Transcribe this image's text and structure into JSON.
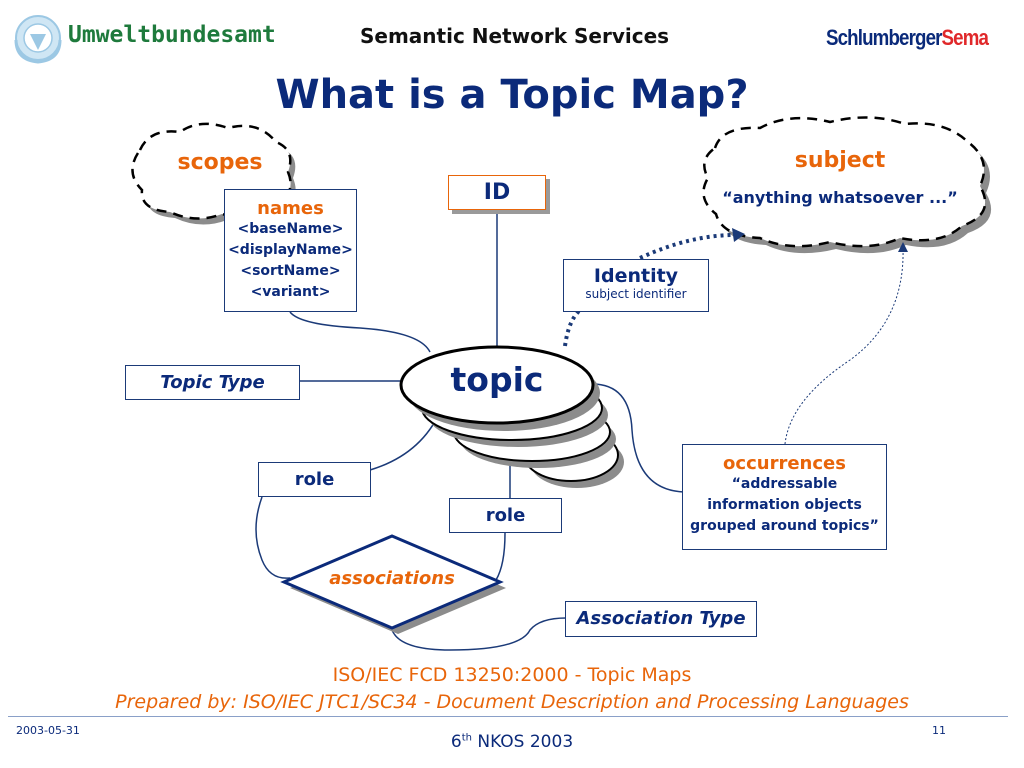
{
  "header": {
    "brand": "Umweltbundesamt",
    "service": "Semantic Network Services",
    "sponsor_part1": "Schlumberger",
    "sponsor_part2": "Sema",
    "logo_icon": "un-laurel-logo-icon"
  },
  "title": "What is a Topic Map?",
  "diagram": {
    "scopes": "scopes",
    "subject_title": "subject",
    "subject_desc": "“anything whatsoever ...”",
    "id": "ID",
    "names_title": "names",
    "names_items": [
      "<baseName>",
      "<displayName>",
      "<sortName>",
      "<variant>"
    ],
    "identity_title": "Identity",
    "identity_desc": "subject identifier",
    "topic": "topic",
    "topic_type": "Topic Type",
    "role_left": "role",
    "role_right": "role",
    "associations": "associations",
    "association_type": "Association Type",
    "occurrences_title": "occurrences",
    "occurrences_desc": [
      "“addressable",
      "information objects",
      "grouped around topics”"
    ]
  },
  "footer": {
    "line1": "ISO/IEC FCD 13250:2000 - Topic Maps",
    "line2": "Prepared by: ISO/IEC JTC1/SC34 - Document Description and Processing Languages",
    "date": "2003-05-31",
    "conference_pre": "6",
    "conference_sup": "th",
    "conference_post": " NKOS 2003",
    "page": "11"
  },
  "colors": {
    "navy": "#0b2a7a",
    "orange": "#e8650a",
    "brand_green": "#1e7a3c",
    "sema_red": "#e0282a"
  }
}
